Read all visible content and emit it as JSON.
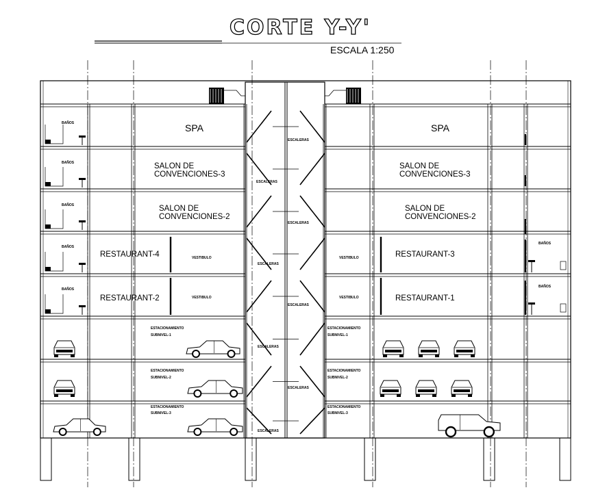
{
  "title": "CORTE Y-Y'",
  "scale": "ESCALA 1:250",
  "floors": [
    {
      "left": "SPA",
      "right": "SPA",
      "restroom": "BAÑOS",
      "stairs": "ESCALERAS"
    },
    {
      "left_line1": "SALON DE",
      "left_line2": "CONVENCIONES-3",
      "right_line1": "SALON DE",
      "right_line2": "CONVENCIONES-3",
      "restroom": "BAÑOS",
      "stairs": "ESCALERAS"
    },
    {
      "left_line1": "SALON DE",
      "left_line2": "CONVENCIONES-2",
      "right_line1": "SALON DE",
      "right_line2": "CONVENCIONES-2",
      "restroom": "BAÑOS",
      "stairs": "ESCALERAS"
    },
    {
      "left": "RESTAURANT-4",
      "right": "RESTAURANT-3",
      "lobby": "VESTIBULO",
      "restroom": "BAÑOS",
      "stairs": "ESCALERAS"
    },
    {
      "left": "RESTAURANT-2",
      "right": "RESTAURANT-1",
      "lobby": "VESTIBULO",
      "restroom": "BAÑOS",
      "stairs": "ESCALERAS"
    }
  ],
  "parking": [
    {
      "line1": "ESTACIONAMIENTO",
      "line2": "SUBNIVEL-1",
      "stairs": "ESCALERAS"
    },
    {
      "line1": "ESTACIONAMIENTO",
      "line2": "SUBNIVEL-2",
      "stairs": "ESCALERAS"
    },
    {
      "line1": "ESTACIONAMIENTO",
      "line2": "SUBNIVEL-3",
      "stairs": "ESCALERAS"
    }
  ]
}
